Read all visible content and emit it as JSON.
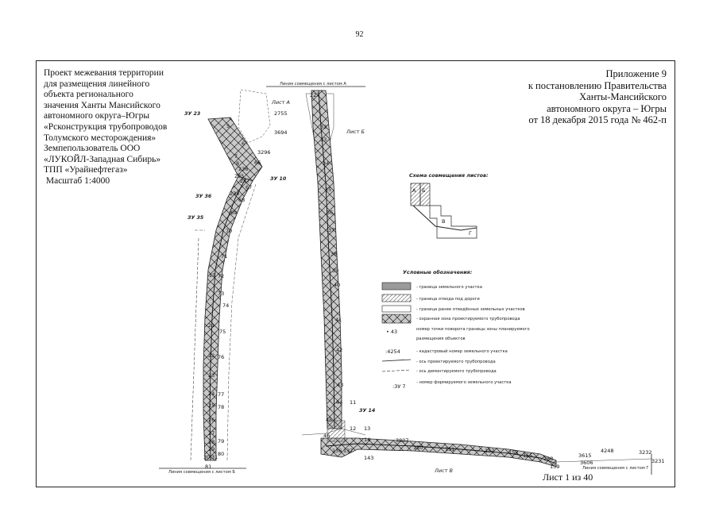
{
  "page_number": "92",
  "project_lines": [
    "Проект межевания территории",
    "для размещения линейного",
    "объекта регионального",
    "значения Ханты Мансийского",
    "автономного округа–Югры",
    "«Рсконструкция трубопроводов",
    "Толумского месторождения»",
    "Земпепользователь ООО",
    "«ЛУКОЙЛ-Западная Сибирь»",
    "ТПП «Урайнефтегаз»",
    " Масштаб 1:4000"
  ],
  "appendix_lines": [
    "Приложение 9",
    "к постановлению Правительства",
    "Ханты-Мансийского",
    "автономного округа – Югры",
    "от 18 декабря 2015 года № 462-п"
  ],
  "sheet_footer": "Лист 1 из 40",
  "map": {
    "match_line_top": "Линия совмещения с листом А",
    "match_line_bottom_left": "Линия совмещения с листом Б",
    "match_line_bottom_right": "Линия совмещения с листом Г",
    "sheet_a": "Лист А",
    "sheet_b": "Лист Б",
    "sheet_v": "Лист В",
    "scheme_title": "Схема совмещения листов:",
    "plot_labels": [
      "ЗУ 23",
      "ЗУ 10",
      "ЗУ 36",
      "ЗУ 35",
      "ЗУ 14"
    ],
    "cadastral_numbers": [
      "2755",
      "3694",
      "3296",
      "3807",
      "4248",
      "3232",
      "3231",
      "3615",
      "3606"
    ],
    "left_route_points": [
      "5",
      "6",
      "66",
      "67",
      "68",
      "69",
      "70",
      "71",
      "72",
      "73",
      "74",
      "75",
      "76",
      "77",
      "78",
      "79",
      "80",
      "81",
      "234",
      "235",
      "236",
      "237",
      "7",
      "8",
      "15",
      "21",
      "22",
      "23",
      "24",
      "25",
      "26",
      "27",
      "28",
      "29",
      "30",
      "31"
    ],
    "middle_route_points": [
      "227",
      "32",
      "33",
      "34",
      "35",
      "36",
      "37",
      "38",
      "39",
      "40",
      "41",
      "42",
      "43",
      "44",
      "45",
      "46",
      "11",
      "12",
      "13",
      "14"
    ],
    "bottom_route_points": [
      "136",
      "137",
      "143",
      "150",
      "151",
      "152",
      "153",
      "155",
      "158",
      "159"
    ],
    "legend_title": "Условные обозначения:",
    "legend_items": [
      {
        "symbol": "",
        "text": "- граница земельного участка"
      },
      {
        "symbol": "",
        "text": "- граница отвода под дороги"
      },
      {
        "symbol": "",
        "text": "- граница ранее отведённых земельных участков"
      },
      {
        "symbol": "",
        "text": "- охранная зона проектируемого трубопровода"
      },
      {
        "symbol": "• 43",
        "text": "номер точки поворота границы зоны планируемого"
      },
      {
        "symbol": "",
        "text": "размещения объектов"
      },
      {
        "symbol": ":4254",
        "text": "- кадастровый номер земельного участка"
      },
      {
        "symbol": "",
        "text": "- ось проектируемого трубопровода"
      },
      {
        "symbol": "",
        "text": "- ось демонтируемого трубопровода"
      },
      {
        "symbol": ":ЗУ 7",
        "text": "- номер формируемого земельного участка"
      }
    ]
  },
  "colors": {
    "ink": "#222222",
    "hatch_fill": "#bdbdbd",
    "legend_fill": "#9a9a9a"
  }
}
